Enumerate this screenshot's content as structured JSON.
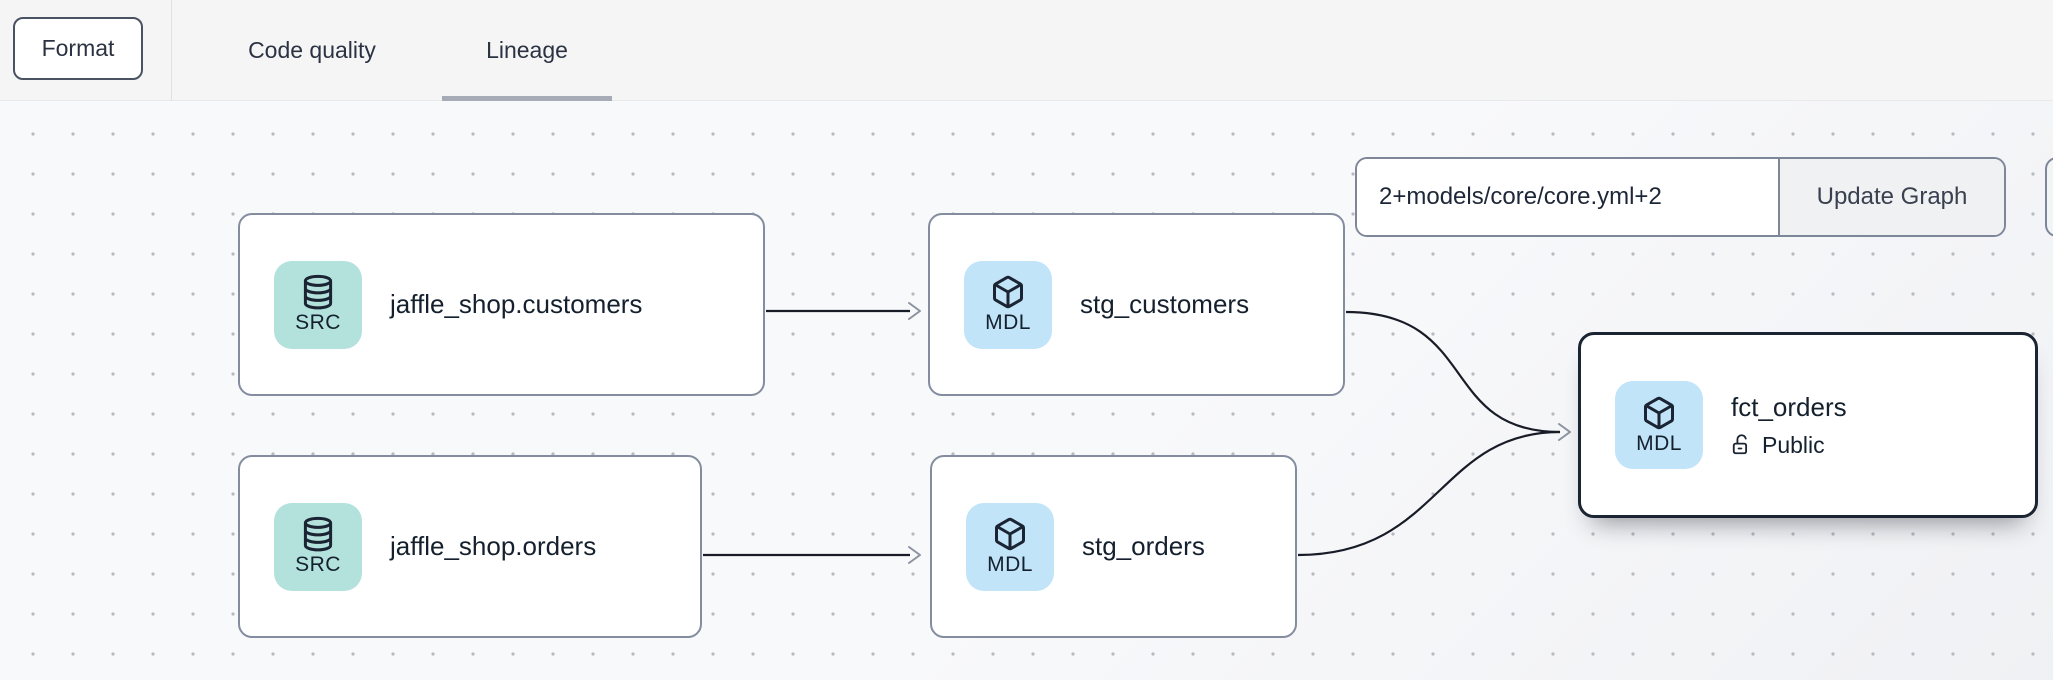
{
  "header": {
    "format_button": "Format",
    "tabs": [
      {
        "label": "Code quality",
        "active": false
      },
      {
        "label": "Lineage",
        "active": true
      }
    ]
  },
  "graph_controls": {
    "selector_input_value": "2+models/core/core.yml+2",
    "update_button": "Update Graph"
  },
  "lineage": {
    "nodes": [
      {
        "id": "jaffle_shop.customers",
        "label": "jaffle_shop.customers",
        "badge": "SRC",
        "icon": "database-icon",
        "kind": "source",
        "selected": false
      },
      {
        "id": "stg_customers",
        "label": "stg_customers",
        "badge": "MDL",
        "icon": "cube-icon",
        "kind": "model",
        "selected": false
      },
      {
        "id": "jaffle_shop.orders",
        "label": "jaffle_shop.orders",
        "badge": "SRC",
        "icon": "database-icon",
        "kind": "source",
        "selected": false
      },
      {
        "id": "stg_orders",
        "label": "stg_orders",
        "badge": "MDL",
        "icon": "cube-icon",
        "kind": "model",
        "selected": false
      },
      {
        "id": "fct_orders",
        "label": "fct_orders",
        "badge": "MDL",
        "icon": "cube-icon",
        "kind": "model",
        "access": "Public",
        "selected": true
      }
    ],
    "edges": [
      {
        "from": "jaffle_shop.customers",
        "to": "stg_customers"
      },
      {
        "from": "jaffle_shop.orders",
        "to": "stg_orders"
      },
      {
        "from": "stg_customers",
        "to": "fct_orders"
      },
      {
        "from": "stg_orders",
        "to": "fct_orders"
      }
    ]
  },
  "colors": {
    "source_badge_bg": "#b3e1dc",
    "model_badge_bg": "#c1e4f9",
    "node_border": "#848da0",
    "selected_node_border": "#1b2433",
    "edge_stroke": "#171c26",
    "arrowhead": "#8b93a1",
    "tab_underline": "#a6abb5",
    "text_dark": "#16202f",
    "topbar_bg": "#f5f5f6",
    "canvas_bg": "#f7f8fa"
  }
}
